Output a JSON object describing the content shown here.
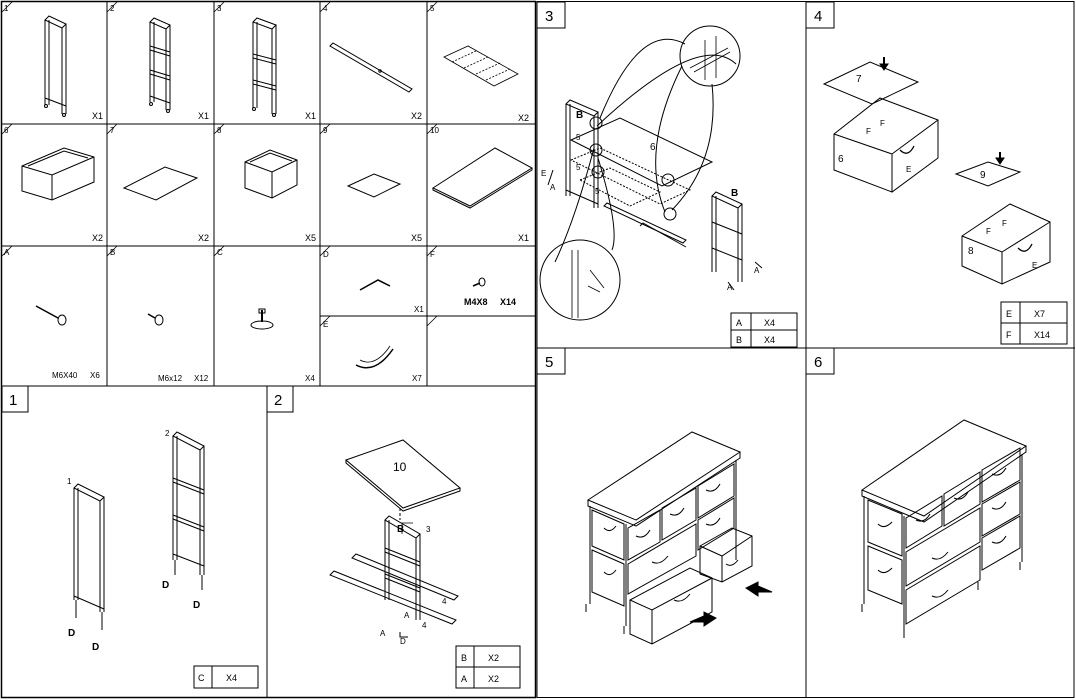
{
  "parts": [
    {
      "num": "1",
      "qty": "X1"
    },
    {
      "num": "2",
      "qty": "X1"
    },
    {
      "num": "3",
      "qty": "X1"
    },
    {
      "num": "4",
      "qty": "X2"
    },
    {
      "num": "5",
      "qty": "X2"
    },
    {
      "num": "6",
      "qty": "X2"
    },
    {
      "num": "7",
      "qty": "X2"
    },
    {
      "num": "8",
      "qty": "X5"
    },
    {
      "num": "9",
      "qty": "X5"
    },
    {
      "num": "10",
      "qty": "X1"
    }
  ],
  "hardware": [
    {
      "id": "A",
      "spec": "M6X40",
      "qty": "X6"
    },
    {
      "id": "B",
      "spec": "M6x12",
      "qty": "X12"
    },
    {
      "id": "C",
      "spec": "",
      "qty": "X4"
    },
    {
      "id": "D",
      "spec": "",
      "qty": "X1"
    },
    {
      "id": "E",
      "spec": "",
      "qty": "X7"
    },
    {
      "id": "F",
      "spec": "M4X8",
      "qty": "X14"
    }
  ],
  "steps": [
    {
      "num": "1",
      "table": [
        {
          "part": "C",
          "qty": "X4"
        }
      ]
    },
    {
      "num": "2",
      "table": [
        {
          "part": "B",
          "qty": "X2"
        },
        {
          "part": "A",
          "qty": "X2"
        }
      ]
    },
    {
      "num": "3",
      "table": [
        {
          "part": "A",
          "qty": "X4"
        },
        {
          "part": "B",
          "qty": "X4"
        }
      ]
    },
    {
      "num": "4",
      "table": [
        {
          "part": "E",
          "qty": "X7"
        },
        {
          "part": "F",
          "qty": "X14"
        }
      ]
    },
    {
      "num": "5",
      "table": []
    },
    {
      "num": "6",
      "table": []
    }
  ],
  "labels": {
    "one": "1",
    "two": "2",
    "three": "3",
    "four": "4",
    "five": "5",
    "six": "6",
    "seven": "7",
    "eight": "8",
    "nine": "9",
    "ten": "10",
    "A": "A",
    "B": "B",
    "C": "C",
    "D": "D",
    "E": "E",
    "F": "F"
  }
}
